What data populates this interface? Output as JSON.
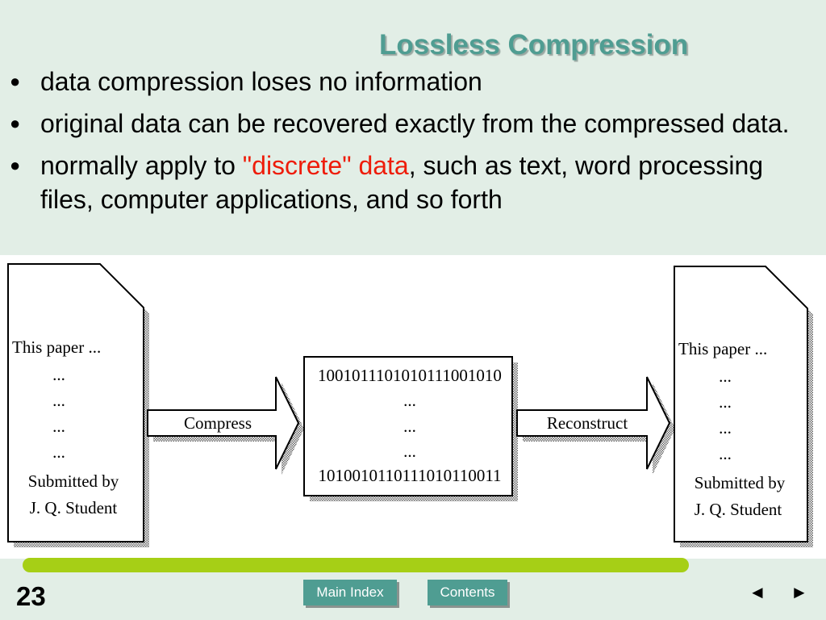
{
  "slide": {
    "title": "Lossless Compression",
    "bullets": [
      {
        "text": "data compression loses no information"
      },
      {
        "text": "original data can be recovered exactly from the compressed data."
      },
      {
        "prefix": "normally apply to ",
        "highlight": "\"discrete\" data",
        "suffix": ", such as text, word processing files, computer applications, and so forth"
      }
    ],
    "bullet_marker": "●",
    "highlight_color": "#ee1c09"
  },
  "diagram": {
    "source_doc": {
      "lines": [
        "This paper ...",
        "...",
        "...",
        "...",
        "...",
        "Submitted by",
        "J. Q. Student"
      ]
    },
    "compress_label": "Compress",
    "compressed_data": {
      "lines": [
        "1001011101010111001010",
        "...",
        "...",
        "...",
        "1010010110111010110011"
      ]
    },
    "reconstruct_label": "Reconstruct",
    "output_doc": {
      "lines": [
        "This paper ...",
        "...",
        "...",
        "...",
        "...",
        "Submitted by",
        "J. Q. Student"
      ]
    }
  },
  "footer": {
    "page_number": "23",
    "main_index_label": "Main Index",
    "contents_label": "Contents",
    "prev_label": "◄",
    "next_label": "►"
  },
  "colors": {
    "background": "#e2eee6",
    "title": "#4f9d92",
    "button": "#4f9d92",
    "progress": "#a6cf16"
  },
  "icons": {
    "prev": "triangle-left-icon",
    "next": "triangle-right-icon",
    "bullet": "round-bullet-icon"
  }
}
